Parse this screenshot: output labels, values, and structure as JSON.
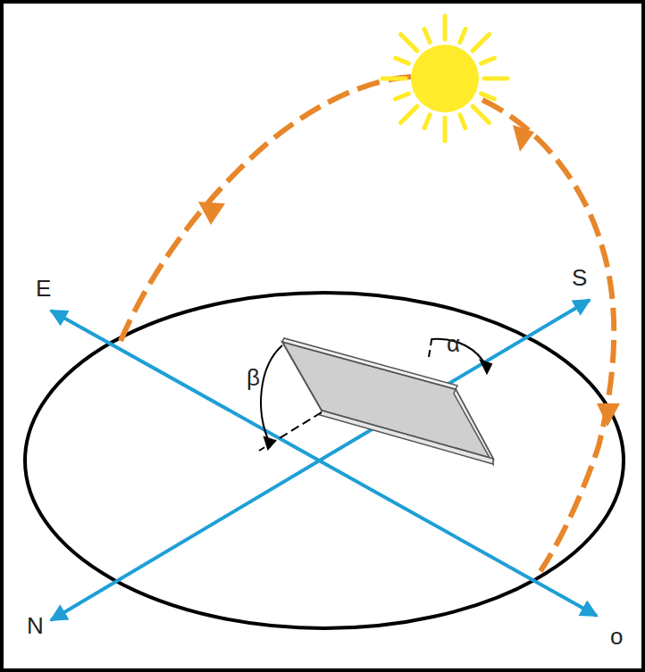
{
  "diagram": {
    "labels": [
      "E",
      "S",
      "N",
      "o",
      "β",
      "α"
    ]
  }
}
